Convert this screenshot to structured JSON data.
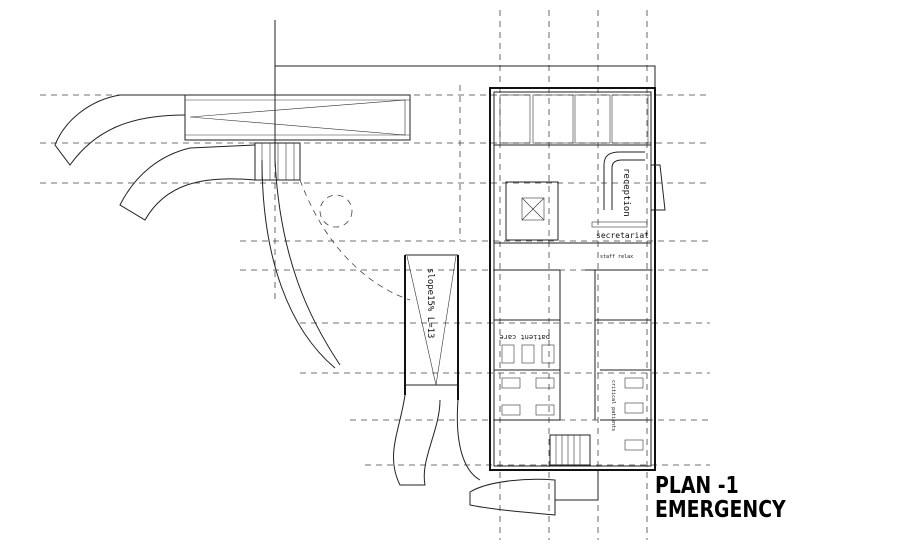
{
  "title": {
    "line1": "PLAN -1",
    "line2": "EMERGENCY"
  },
  "rooms": {
    "reception": "reception",
    "secretariat": "secretariat",
    "staff_relax": "staff relax",
    "patient_care": "patient care",
    "critical_patients": "critical patients"
  },
  "ramp": {
    "slope_label": "slope15% L=13"
  }
}
